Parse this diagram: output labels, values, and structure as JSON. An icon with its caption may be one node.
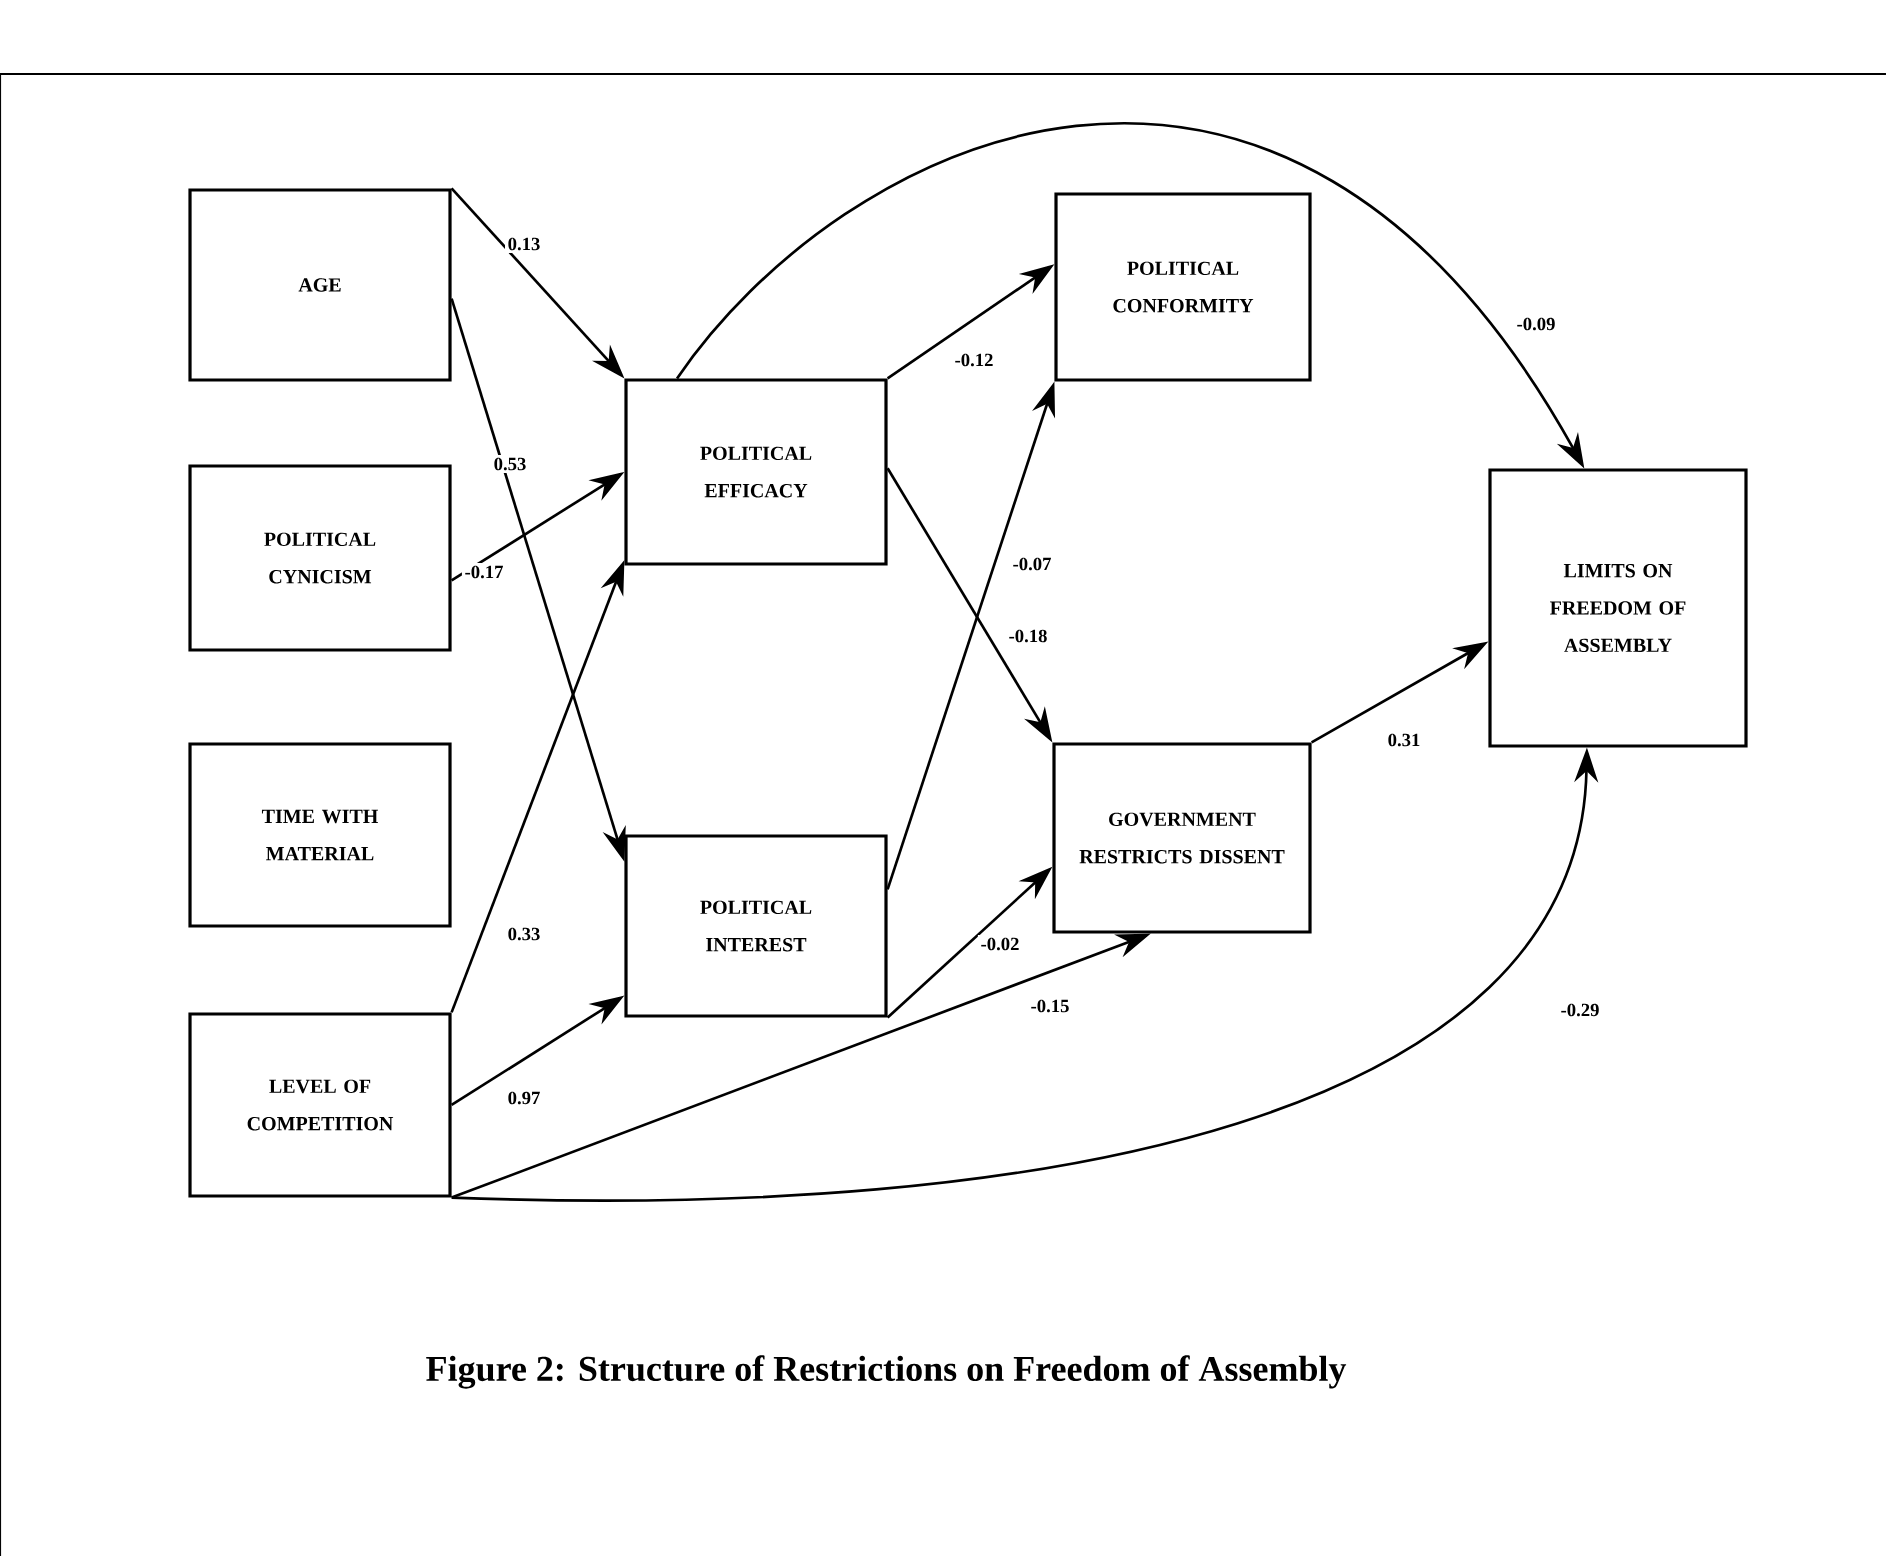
{
  "diagram": {
    "caption": "Figure 2: Structure of Restrictions on Freedom of Assembly",
    "nodes": [
      {
        "text": [
          "AGE"
        ]
      },
      {
        "text": [
          "POLITICAL CYNICISM"
        ]
      },
      {
        "text": [
          "TIME WITH MATERIAL"
        ]
      },
      {
        "text": [
          "LEVEL OF COMPETITION"
        ]
      },
      {
        "text": [
          "POLITICAL EFFICACY"
        ]
      },
      {
        "text": [
          "POLITICAL INTEREST"
        ]
      },
      {
        "text": [
          "POLITICAL CONFORMITY"
        ]
      },
      {
        "text": [
          "GOVERNMENT RESTRICTS DISSENT"
        ]
      },
      {
        "text": [
          "LIMITS ON FREEDOM OF ASSEMBLY"
        ]
      }
    ],
    "edges": [
      {
        "from": 0,
        "to": 4,
        "arrow": "to",
        "label": "0.13"
      },
      {
        "from": 0,
        "to": 5,
        "arrow": "to",
        "label": "0.53"
      },
      {
        "from": 1,
        "to": 4,
        "arrow": "to",
        "label": "-0.17"
      },
      {
        "from": 3,
        "to": 4,
        "arrow": "to",
        "label": "0.33"
      },
      {
        "from": 3,
        "to": 5,
        "arrow": "to",
        "label": "0.97"
      },
      {
        "from": 3,
        "to": 7,
        "arrow": "to",
        "label": "-0.15"
      },
      {
        "from": 3,
        "to": 8,
        "arrow": "to",
        "label": "-0.29"
      },
      {
        "from": 4,
        "to": 6,
        "arrow": "to",
        "label": "-0.12"
      },
      {
        "from": 4,
        "to": 7,
        "arrow": "to",
        "label": "-0.18"
      },
      {
        "from": 5,
        "to": 6,
        "arrow": "to",
        "label": "-0.07"
      },
      {
        "from": 5,
        "to": 7,
        "arrow": "to",
        "label": "-0.02"
      },
      {
        "from": 4,
        "to": 8,
        "arrow": "to",
        "label": "-0.09"
      },
      {
        "from": 7,
        "to": 8,
        "arrow": "to",
        "label": "0.31"
      }
    ]
  }
}
